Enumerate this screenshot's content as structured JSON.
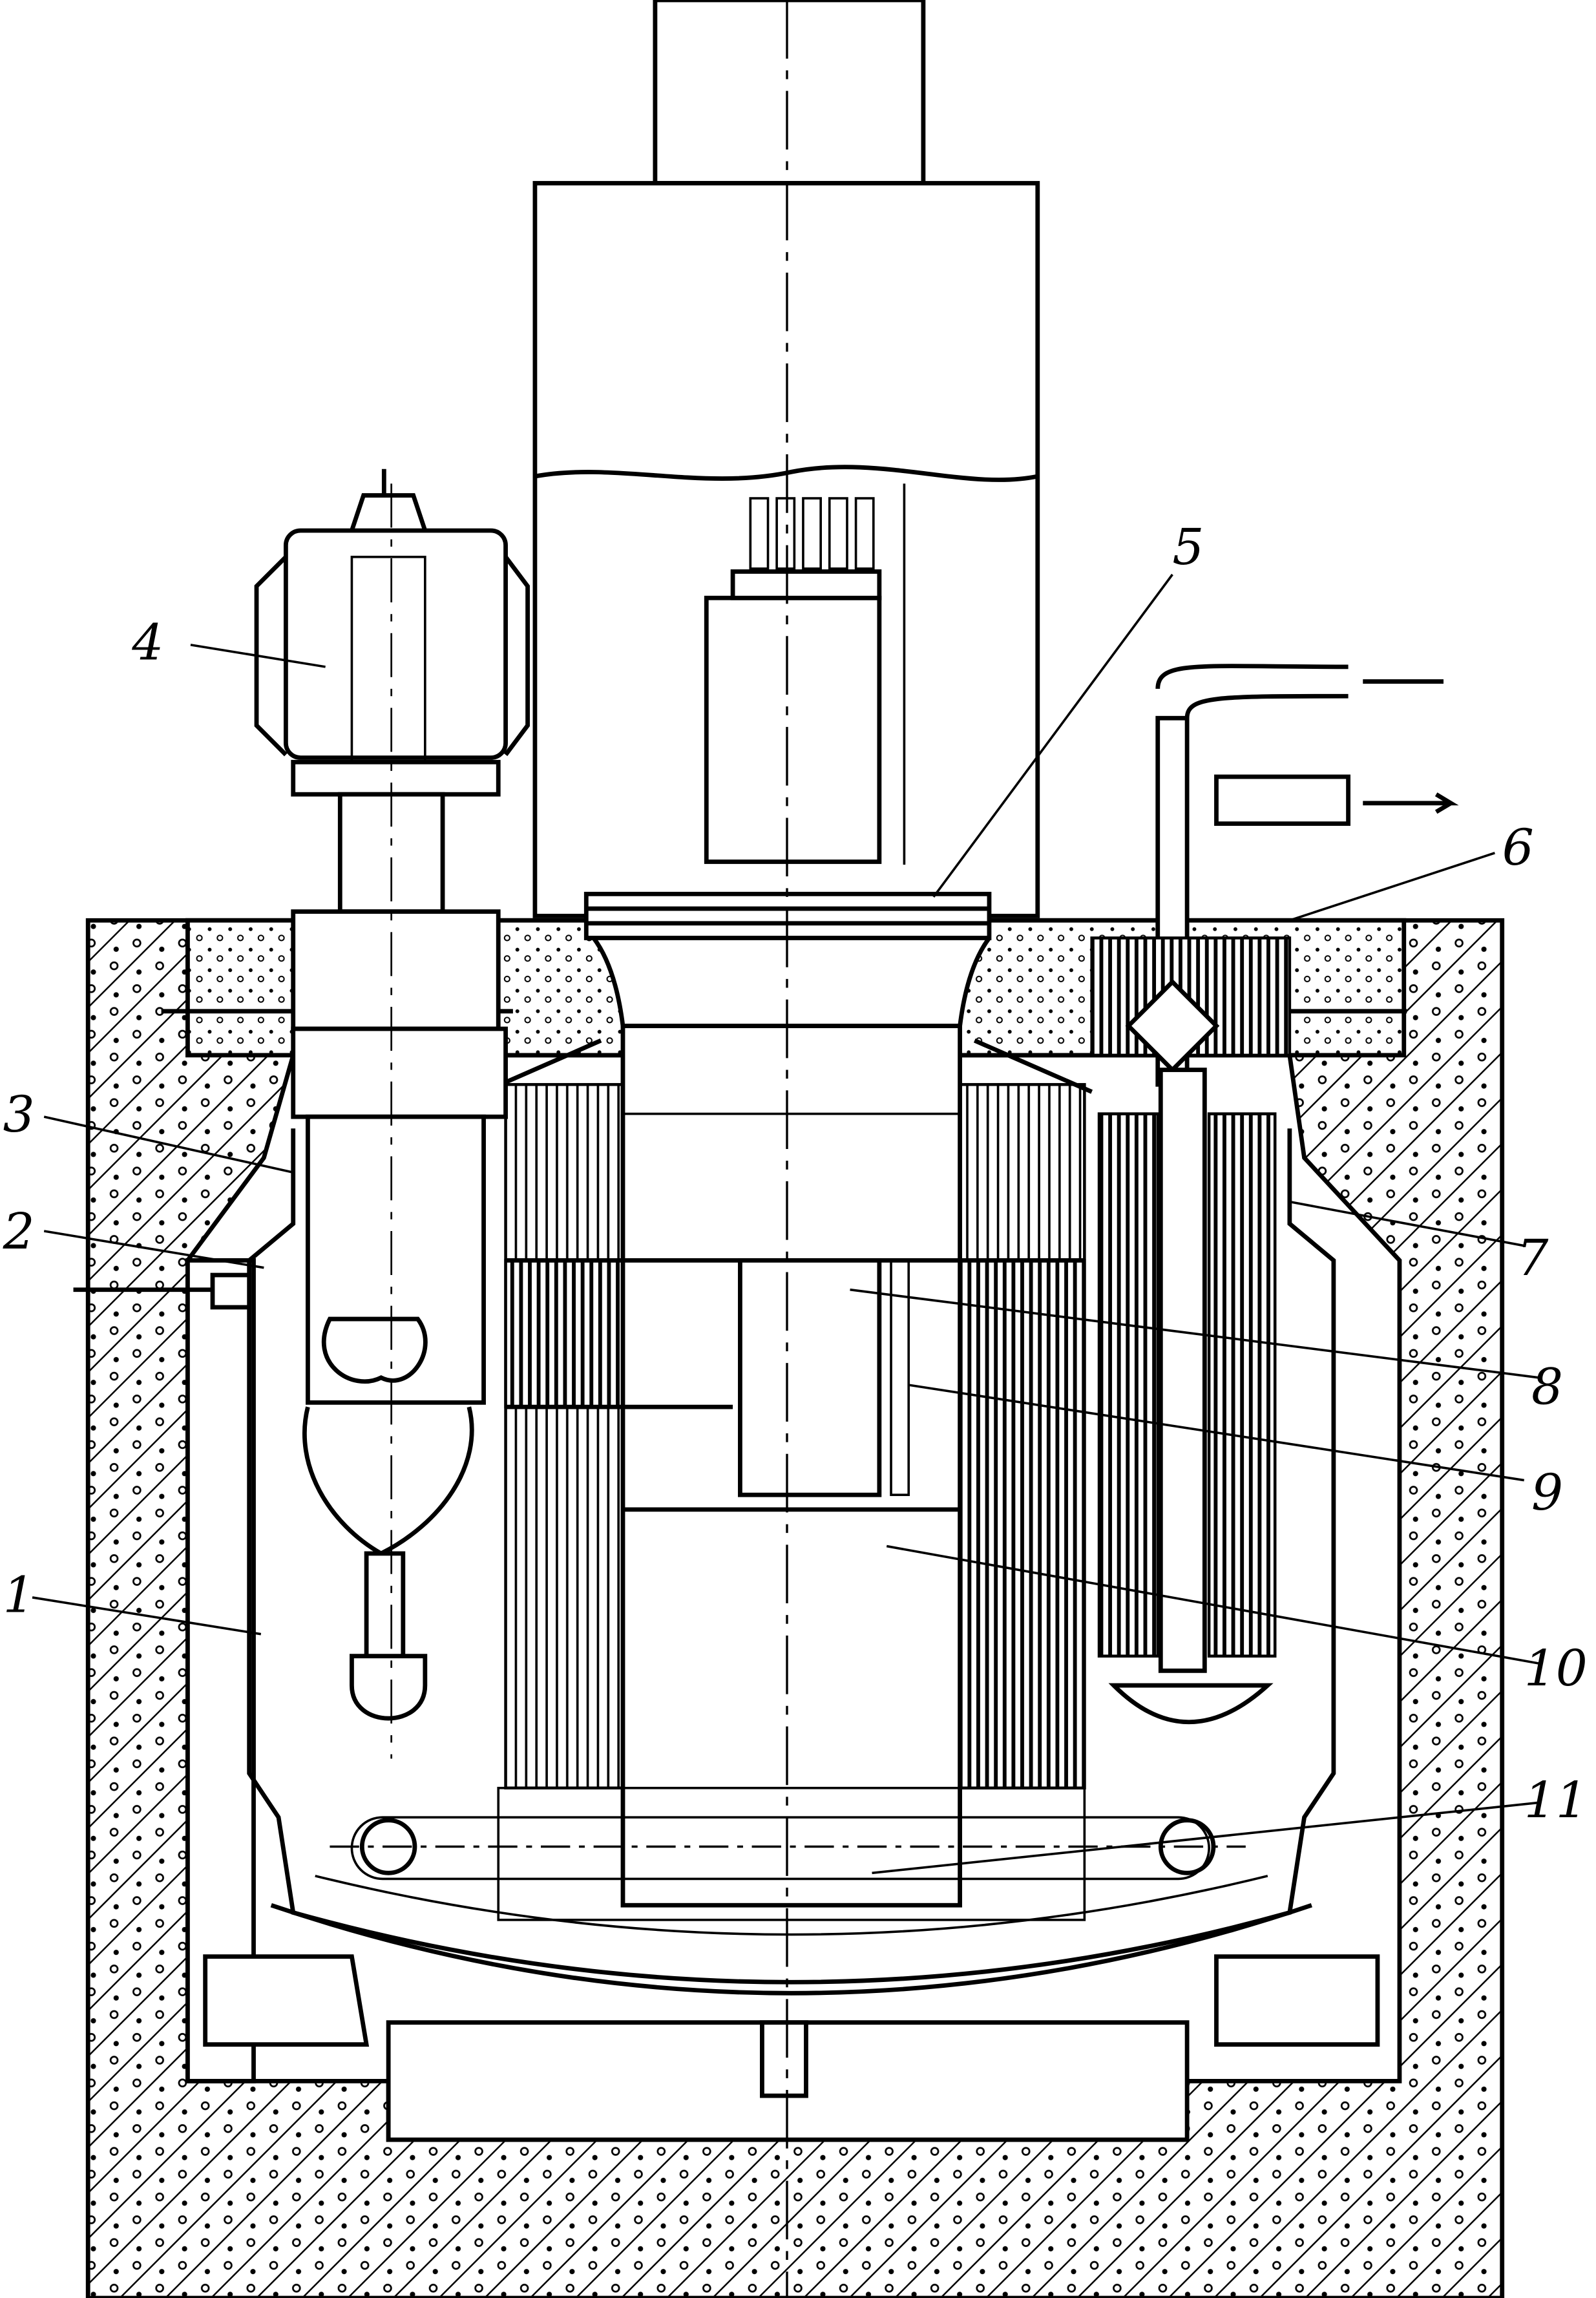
{
  "diagram": {
    "labels": [
      {
        "id": "1",
        "text": "1"
      },
      {
        "id": "2",
        "text": "2"
      },
      {
        "id": "3",
        "text": "3"
      },
      {
        "id": "4",
        "text": "4"
      },
      {
        "id": "5",
        "text": "5"
      },
      {
        "id": "6",
        "text": "6"
      },
      {
        "id": "7",
        "text": "7"
      },
      {
        "id": "8",
        "text": "8"
      },
      {
        "id": "9",
        "text": "9"
      },
      {
        "id": "10",
        "text": "10"
      },
      {
        "id": "11",
        "text": "11"
      }
    ],
    "colors": {
      "ink": "#000000",
      "paper": "#ffffff"
    }
  }
}
